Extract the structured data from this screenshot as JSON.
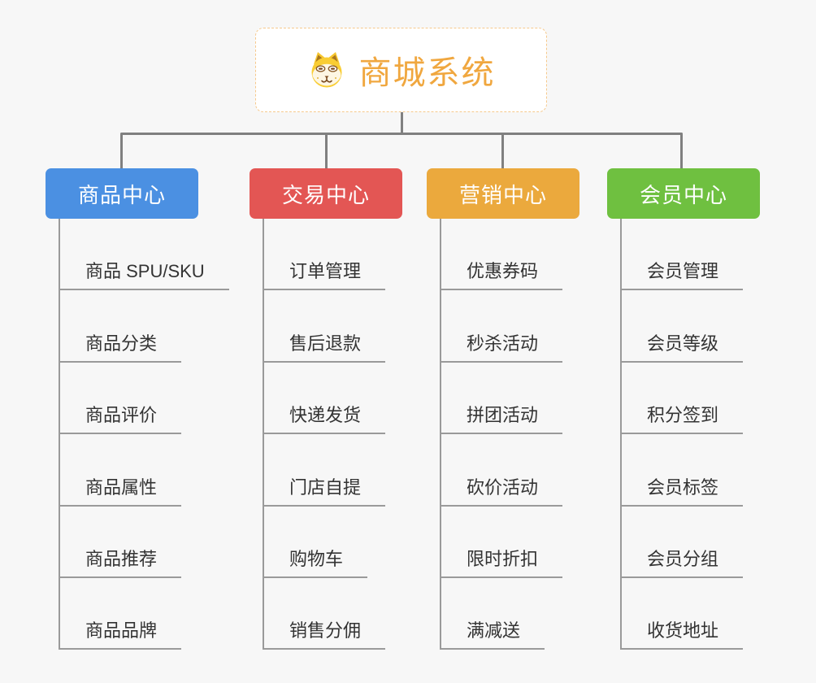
{
  "root": {
    "title": "商城系统",
    "icon": "dog-face-icon"
  },
  "branches": [
    {
      "label": "商品中心",
      "color": "#4b90e2",
      "items": [
        "商品 SPU/SKU",
        "商品分类",
        "商品评价",
        "商品属性",
        "商品推荐",
        "商品品牌"
      ]
    },
    {
      "label": "交易中心",
      "color": "#e35654",
      "items": [
        "订单管理",
        "售后退款",
        "快递发货",
        "门店自提",
        "购物车",
        "销售分佣"
      ]
    },
    {
      "label": "营销中心",
      "color": "#eba93d",
      "items": [
        "优惠券码",
        "秒杀活动",
        "拼团活动",
        "砍价活动",
        "限时折扣",
        "满减送"
      ]
    },
    {
      "label": "会员中心",
      "color": "#6fc040",
      "items": [
        "会员管理",
        "会员等级",
        "积分签到",
        "会员标签",
        "会员分组",
        "收货地址"
      ]
    }
  ],
  "colors": {
    "canvas": "#f7f7f7",
    "accent": "#f0a73f",
    "root_bg": "#ffffff",
    "root_border": "#f6c98d",
    "connector": "#808080",
    "line": "#9a9a9a",
    "text": "#333333",
    "node_text": "#ffffff"
  }
}
